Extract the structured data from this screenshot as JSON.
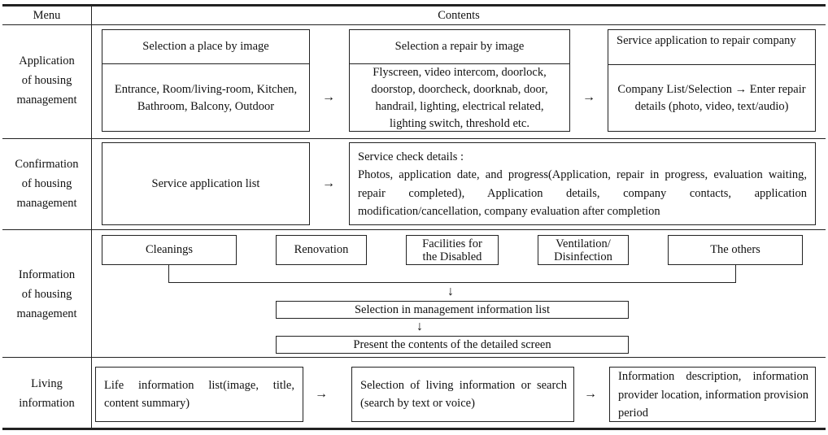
{
  "header": {
    "menu": "Menu",
    "contents": "Contents"
  },
  "arrows": {
    "right": "→",
    "down": "↓"
  },
  "rows": {
    "application": {
      "label": "Application\nof housing\nmanagement",
      "box1": {
        "title": "Selection a place by image",
        "body": "Entrance, Room/living-room, Kitchen, Bathroom, Balcony, Outdoor"
      },
      "box2": {
        "title": "Selection a repair by image",
        "body": "Flyscreen, video intercom, doorlock, doorstop, doorcheck, doorknab, door, handrail, lighting, electrical related, lighting switch, threshold etc."
      },
      "box3": {
        "title": "Service application to repair company",
        "body": "Company List/Selection → Enter repair details (photo, video, text/audio)"
      }
    },
    "confirmation": {
      "label": "Confirmation\nof housing\nmanagement",
      "box1": "Service application list",
      "box2_title": "Service check details :",
      "box2_body": "Photos, application date, and progress(Application, repair in progress, evaluation waiting, repair completed), Application details, company contacts, application modification/cancellation, company evaluation after completion"
    },
    "information": {
      "label": "Information\nof housing\nmanagement",
      "categories": [
        "Cleanings",
        "Renovation",
        "Facilities for\nthe Disabled",
        "Ventilation/\nDisinfection",
        "The others"
      ],
      "step1": "Selection in management information list",
      "step2": "Present the contents of the detailed screen"
    },
    "living": {
      "label": "Living\ninformation",
      "box1": "Life information list(image, title, content summary)",
      "box2": "Selection of living information or search (search by text or voice)",
      "box3": "Information description, information provider location, information provision period"
    }
  }
}
